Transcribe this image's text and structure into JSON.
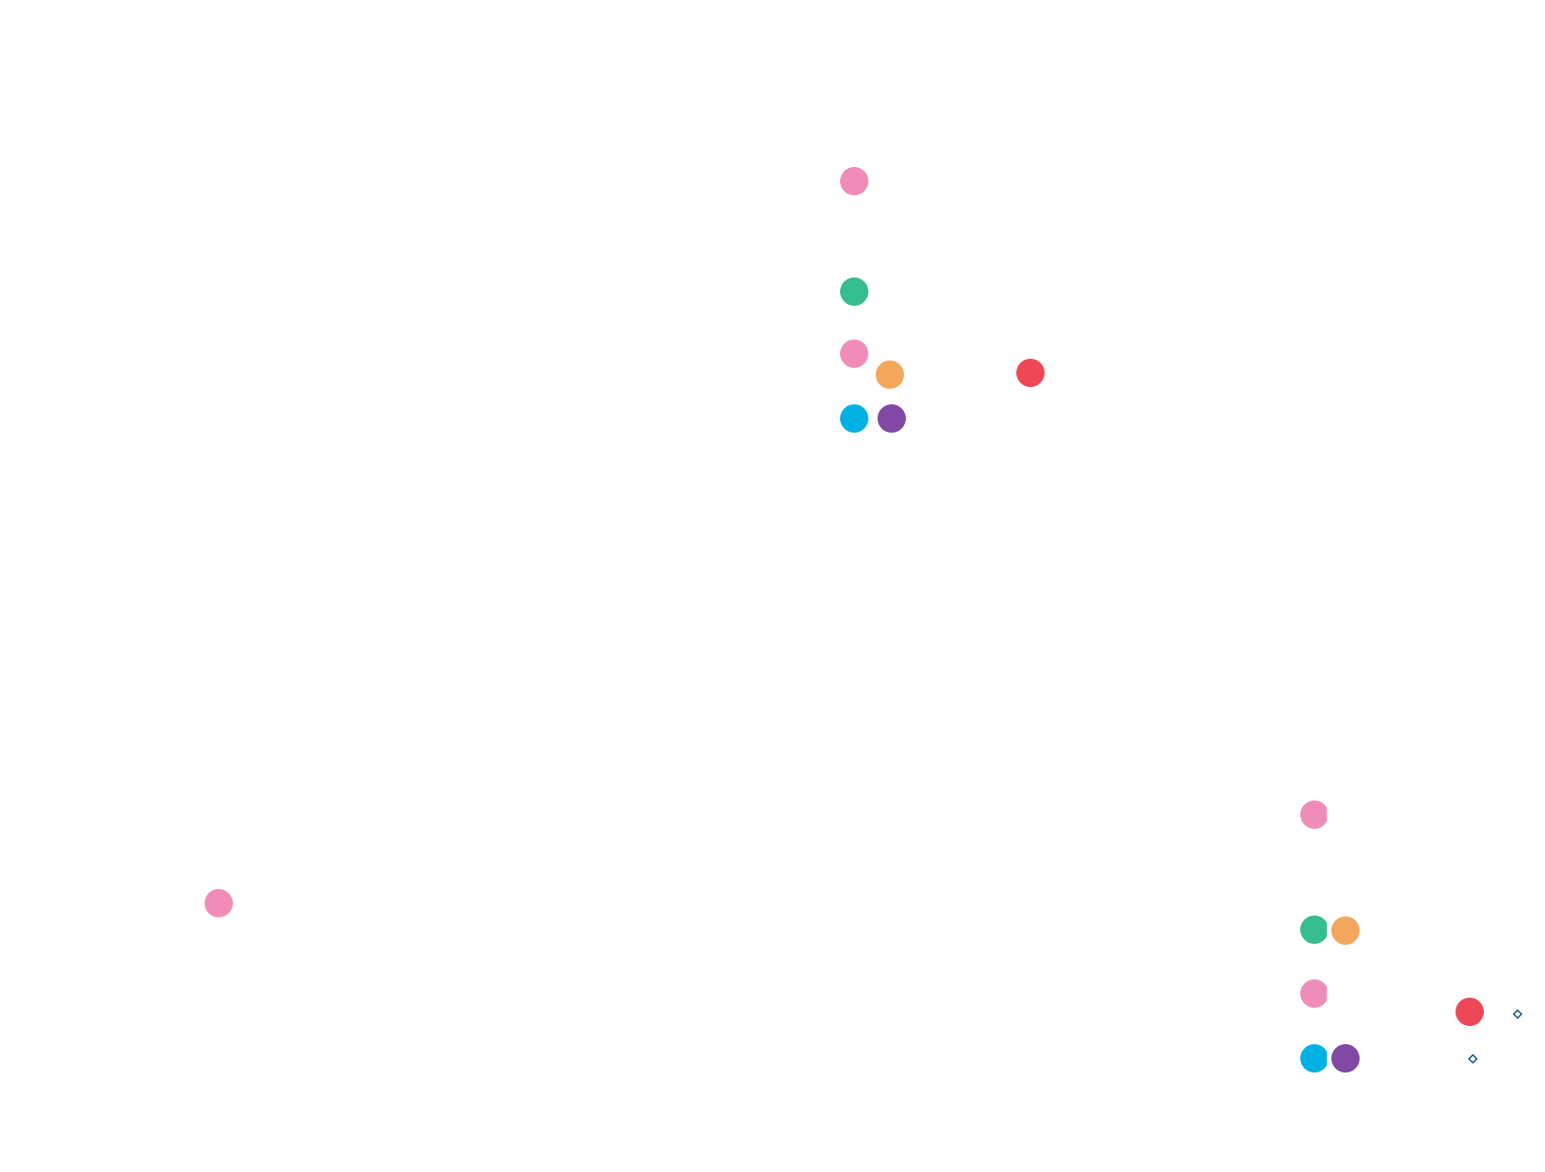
{
  "diagram": {
    "title": "",
    "colors": {
      "pink": "#EF8DB8",
      "green": "#35BD8F",
      "orange": "#F4A65D",
      "red": "#EE4857",
      "blue": "#02B1E4",
      "purple": "#8148A4",
      "marker": "#1A5A86"
    },
    "clusters": [
      {
        "name": "upper-cluster",
        "nodes": [
          "pink",
          "green",
          "pink",
          "orange",
          "red",
          "blue",
          "purple"
        ]
      },
      {
        "name": "lower-right-cluster",
        "nodes": [
          "pink",
          "green",
          "orange",
          "pink",
          "red",
          "blue",
          "purple"
        ],
        "markers": [
          "diamond-icon",
          "diamond-icon"
        ]
      },
      {
        "name": "isolated-node",
        "nodes": [
          "pink"
        ]
      }
    ]
  }
}
